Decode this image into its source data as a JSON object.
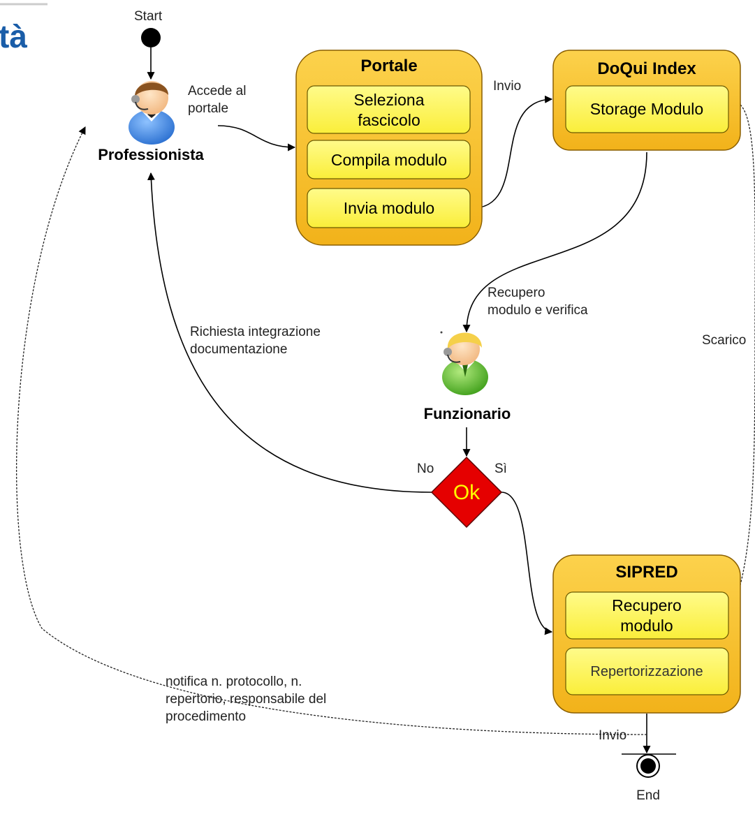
{
  "header": {
    "fragment": "tà"
  },
  "colors": {
    "container_fill": "#f6c02b",
    "container_stroke": "#9a6a00",
    "activity_fill": "#fdf75a",
    "decision_fill": "#e50000",
    "decision_text": "#ffff00",
    "professionista_body": "#3a86e6",
    "funzionario_body": "#5cbd2b",
    "heading": "#1a5da8"
  },
  "nodes": {
    "start_label": "Start",
    "end_label": "End"
  },
  "actors": {
    "professionista": "Professionista",
    "funzionario": "Funzionario"
  },
  "containers": {
    "portale": {
      "title": "Portale",
      "activities": [
        {
          "line1": "Seleziona",
          "line2": "fascicolo"
        },
        {
          "line1": "Compila modulo"
        },
        {
          "line1": "Invia modulo"
        }
      ]
    },
    "doqui": {
      "title": "DoQui Index",
      "activities": [
        {
          "line1": "Storage Modulo"
        }
      ]
    },
    "sipred": {
      "title": "SIPRED",
      "activities": [
        {
          "line1": "Recupero",
          "line2": "modulo"
        },
        {
          "line1": "Repertorizzazione"
        }
      ]
    }
  },
  "decision": {
    "label": "Ok",
    "no": "No",
    "yes": "Sì"
  },
  "edges": {
    "accede": {
      "line1": "Accede al",
      "line2": "portale"
    },
    "invio_top": "Invio",
    "recupero": {
      "line1": "Recupero",
      "line2": "modulo e verifica"
    },
    "richiesta": {
      "line1": "Richiesta integrazione",
      "line2": "documentazione"
    },
    "scarico": "Scarico",
    "notifica": {
      "line1": "notifica n. protocollo, n.",
      "line2": "repertorio, responsabile del",
      "line3": "procedimento"
    },
    "invio_bottom": "Invio"
  }
}
